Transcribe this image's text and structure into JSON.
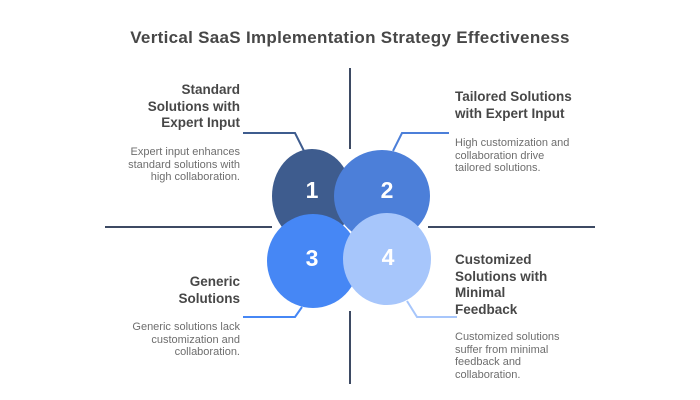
{
  "title": "Vertical SaaS Implementation Strategy Effectiveness",
  "colors": {
    "axis": "#3D4A63",
    "background": "#ffffff",
    "number_text": "#ffffff"
  },
  "quadrants": [
    {
      "number": "1",
      "position": "top-left",
      "heading": "Standard\nSolutions with\nExpert Input",
      "description": "Expert input enhances\nstandard solutions with\nhigh collaboration.",
      "color": "#3E5C8E"
    },
    {
      "number": "2",
      "position": "top-right",
      "heading": "Tailored Solutions\nwith Expert Input",
      "description": "High customization and\ncollaboration drive\ntailored solutions.",
      "color": "#4C7FD9"
    },
    {
      "number": "3",
      "position": "bottom-left",
      "heading": "Generic\nSolutions",
      "description": "Generic solutions lack\ncustomization and\ncollaboration.",
      "color": "#4687F5"
    },
    {
      "number": "4",
      "position": "bottom-right",
      "heading": "Customized\nSolutions with\nMinimal\nFeedback",
      "description": "Customized solutions\nsuffer from minimal\nfeedback and\ncollaboration.",
      "color": "#A7C6FB"
    }
  ]
}
